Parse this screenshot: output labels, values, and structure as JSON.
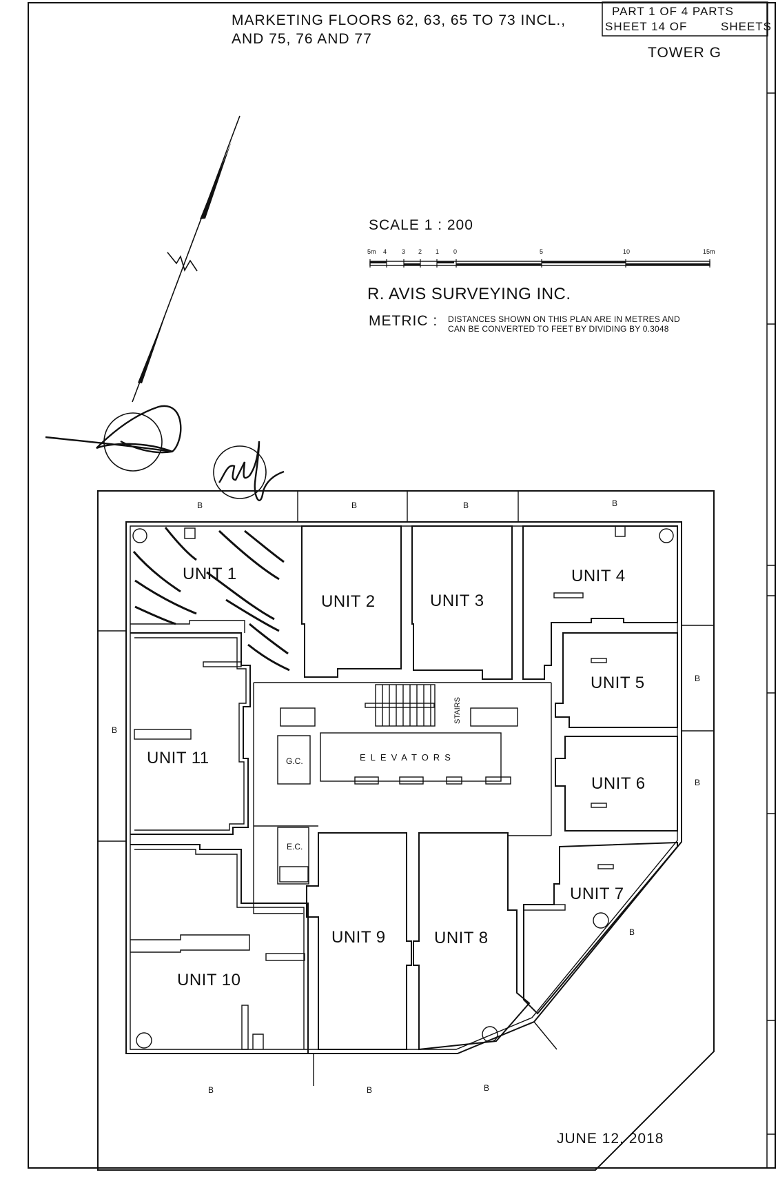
{
  "header": {
    "title_line1": "MARKETING FLOORS 62, 63, 65 TO 73 INCL.,",
    "title_line2": "AND 75, 76 AND 77",
    "part": "PART 1 OF 4 PARTS",
    "sheet_left": "SHEET 14 OF",
    "sheet_right": "SHEETS",
    "tower": "TOWER G"
  },
  "scale": {
    "label": "SCALE   1  :  200",
    "ticks": [
      "5m",
      "4",
      "3",
      "2",
      "1",
      "0",
      "5",
      "10",
      "15m"
    ]
  },
  "surveyor": "R. AVIS SURVEYING INC.",
  "metric": {
    "label": "METRIC :",
    "line1": "DISTANCES SHOWN ON THIS PLAN ARE IN METRES AND",
    "line2": "CAN BE CONVERTED TO FEET BY DIVIDING BY 0.3048"
  },
  "units": [
    "UNIT 1",
    "UNIT 2",
    "UNIT 3",
    "UNIT 4",
    "UNIT 5",
    "UNIT 6",
    "UNIT 7",
    "UNIT 8",
    "UNIT 9",
    "UNIT 10",
    "UNIT 11"
  ],
  "balcony_label": "B",
  "rooms": {
    "elevators": "ELEVATORS",
    "stairs": "STAIRS",
    "gc": "G.C.",
    "ec": "E.C."
  },
  "date": "JUNE 12, 2018"
}
